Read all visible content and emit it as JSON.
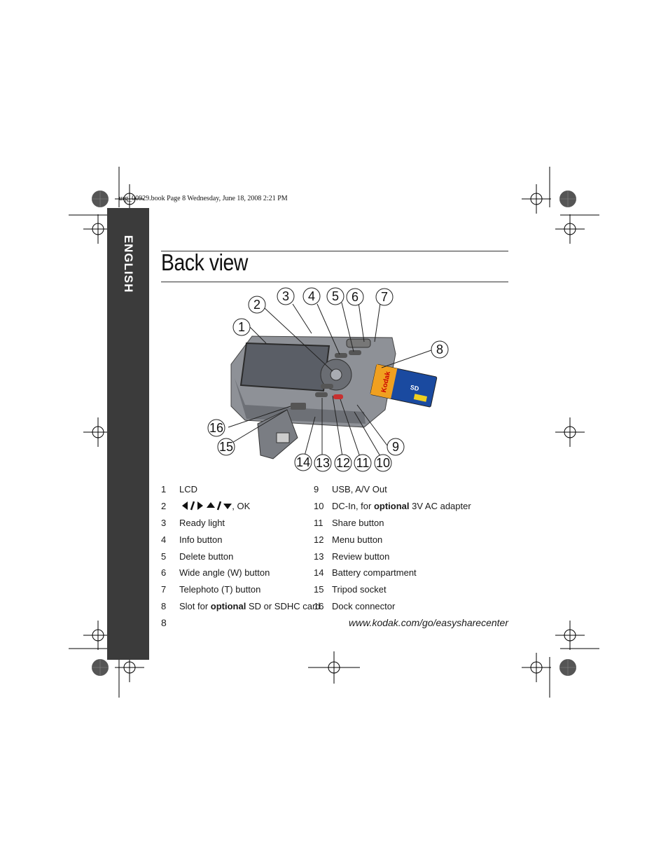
{
  "header": {
    "book_line": "urg_00929.book  Page 8  Wednesday, June 18, 2008  2:21 PM"
  },
  "sidebar": {
    "language": "ENGLISH"
  },
  "page": {
    "title": "Back view",
    "page_number": "8",
    "url": "www.kodak.com/go/easysharecenter"
  },
  "figure": {
    "callouts": [
      "1",
      "2",
      "3",
      "4",
      "5",
      "6",
      "7",
      "8",
      "9",
      "10",
      "11",
      "12",
      "13",
      "14",
      "15",
      "16"
    ],
    "card_brand": "Kodak",
    "card_label": "SD"
  },
  "legend_left": [
    {
      "num": "1",
      "text": "LCD"
    },
    {
      "num": "2",
      "text": ", OK"
    },
    {
      "num": "3",
      "text": "Ready light"
    },
    {
      "num": "4",
      "text": "Info button"
    },
    {
      "num": "5",
      "text": "Delete button"
    },
    {
      "num": "6",
      "text": "Wide angle (W) button"
    },
    {
      "num": "7",
      "text": "Telephoto (T) button"
    },
    {
      "num": "8",
      "pre": "Slot for ",
      "bold": "optional",
      "post": " SD or SDHC card"
    }
  ],
  "legend_right": [
    {
      "num": "9",
      "text": "USB, A/V Out"
    },
    {
      "num": "10",
      "pre": "DC-In, for ",
      "bold": "optional",
      "post": " 3V AC adapter"
    },
    {
      "num": "11",
      "text": "Share button"
    },
    {
      "num": "12",
      "text": "Menu button"
    },
    {
      "num": "13",
      "text": "Review button"
    },
    {
      "num": "14",
      "text": "Battery compartment"
    },
    {
      "num": "15",
      "text": "Tripod socket"
    },
    {
      "num": "16",
      "text": "Dock connector"
    }
  ],
  "colors": {
    "sidebar": "#3b3b3b",
    "card_orange": "#f0a020",
    "card_blue": "#1a4aa0"
  },
  "icons": [
    "left-right-arrows-icon",
    "up-down-arrows-icon",
    "registration-mark-icon",
    "camera-back-illustration"
  ]
}
